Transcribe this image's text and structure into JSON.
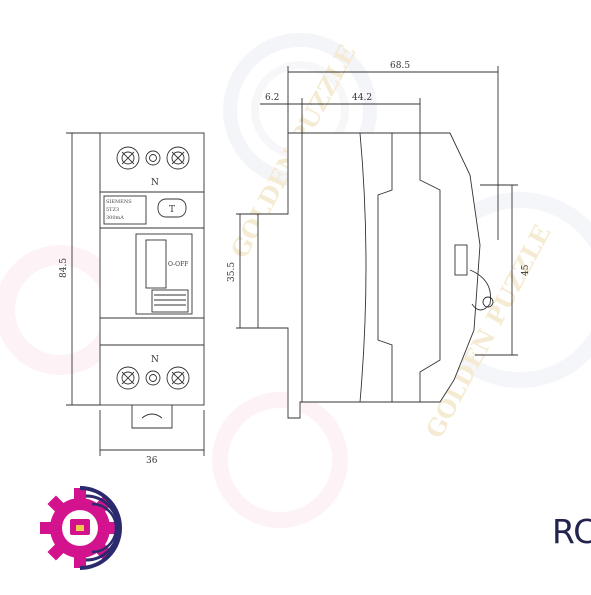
{
  "front_view": {
    "height_dim": "84.5",
    "width_dim": "36",
    "terminal_label_top": "N",
    "terminal_label_bottom": "N",
    "brand_text": "SIEMENS",
    "model_text": "5TZ3",
    "rating_text": "300mA",
    "test_button_label": "T",
    "switch_label": "O-OFF"
  },
  "side_view": {
    "total_depth_dim": "68.5",
    "top_offset_dim": "6.2",
    "mid_depth_dim": "44.2",
    "rail_height_dim": "35.5",
    "front_height_dim": "45"
  },
  "brand": {
    "watermark_text": "GOLDEN PUZZLE",
    "watermark_color": "#e9d6a8",
    "logo_magenta": "#d3128d",
    "logo_navy": "#2b2a6e"
  },
  "caption": {
    "title": "کلید محافظ جان RCB",
    "color": "#232350"
  }
}
